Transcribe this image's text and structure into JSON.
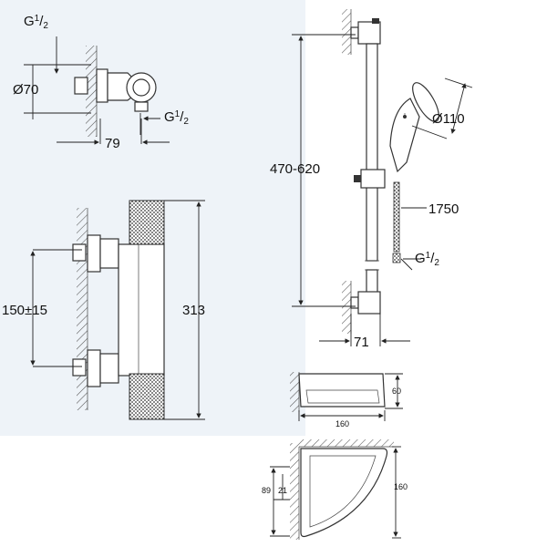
{
  "labels": {
    "top_thread": {
      "main": "G",
      "num": "1",
      "den": "2"
    },
    "outlet_thread": {
      "main": "G",
      "num": "1",
      "den": "2"
    },
    "hose_thread": {
      "main": "G",
      "num": "1",
      "den": "2"
    },
    "dia_outlet": "Ø70",
    "outlet_depth": "79",
    "connection_spacing": "150±15",
    "thermostat_height": "313",
    "rail_height": "470-620",
    "handshower_dia": "Ø110",
    "hose_length": "1750",
    "rail_projection": "71",
    "shelf_depth": "60",
    "shelf_width": "160",
    "corner_width": "160",
    "corner_height_a": "89",
    "corner_height_b": "21"
  },
  "colors": {
    "panel": "#eef3f8",
    "line": "#333333",
    "hatch": "#555555"
  }
}
